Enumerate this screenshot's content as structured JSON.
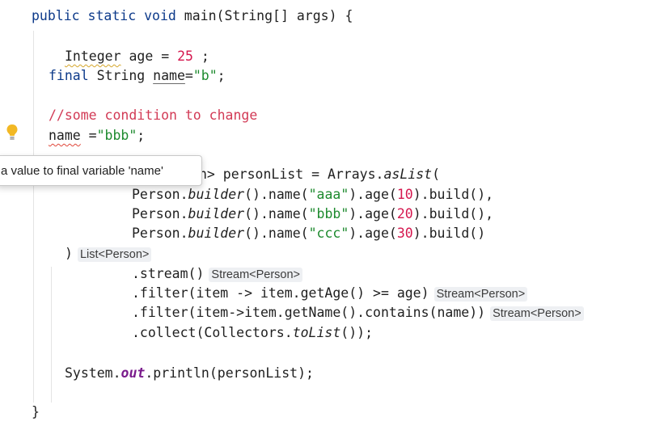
{
  "code": {
    "l1": {
      "a": "public",
      "b": "static",
      "c": "void",
      "d": "main(String[] args) {"
    },
    "l2": {
      "a": "Integer",
      "b": " age = ",
      "c": "25",
      "d": " ;"
    },
    "l3": {
      "a": "final",
      "b": " String ",
      "c": "name",
      "d": "=",
      "e": "\"b\"",
      "f": ";"
    },
    "l4": {
      "a": "//some condition to change"
    },
    "l5": {
      "a": "name",
      "b": " =",
      "c": "\"bbb\"",
      "d": ";"
    },
    "l6": {
      "a": "n> personList = Arrays.",
      "b": "asList",
      "c": "("
    },
    "l7": {
      "a": "Person.",
      "b": "builder",
      "c": "().name(",
      "d": "\"aaa\"",
      "e": ").age(",
      "f": "10",
      "g": ").build(),"
    },
    "l8": {
      "a": "Person.",
      "b": "builder",
      "c": "().name(",
      "d": "\"bbb\"",
      "e": ").age(",
      "f": "20",
      "g": ").build(),"
    },
    "l9": {
      "a": "Person.",
      "b": "builder",
      "c": "().name(",
      "d": "\"ccc\"",
      "e": ").age(",
      "f": "30",
      "g": ").build()"
    },
    "l10": {
      "a": ")",
      "hint": "List<Person>"
    },
    "l11": {
      "a": ".stream()",
      "hint": "Stream<Person>"
    },
    "l12": {
      "a": ".filter(item -> item.getAge() >= age)",
      "hint": "Stream<Person>"
    },
    "l13": {
      "a": ".filter(item->item.getName().contains(name))",
      "hint": "Stream<Person>"
    },
    "l14": {
      "a": ".collect(Collectors.",
      "b": "toList",
      "c": "());"
    },
    "l15": {
      "a": "System.",
      "b": "out",
      "c": ".println(personList);"
    },
    "l16": {
      "a": "}"
    }
  },
  "tooltip": {
    "text": "a value to final variable 'name'"
  },
  "icons": {
    "intention": "lightbulb-icon"
  },
  "colors": {
    "keyword": "#0d3a8a",
    "number": "#d5174e",
    "string": "#1d8a2e",
    "comment": "#d23a55",
    "bulb": "#f2b824"
  }
}
